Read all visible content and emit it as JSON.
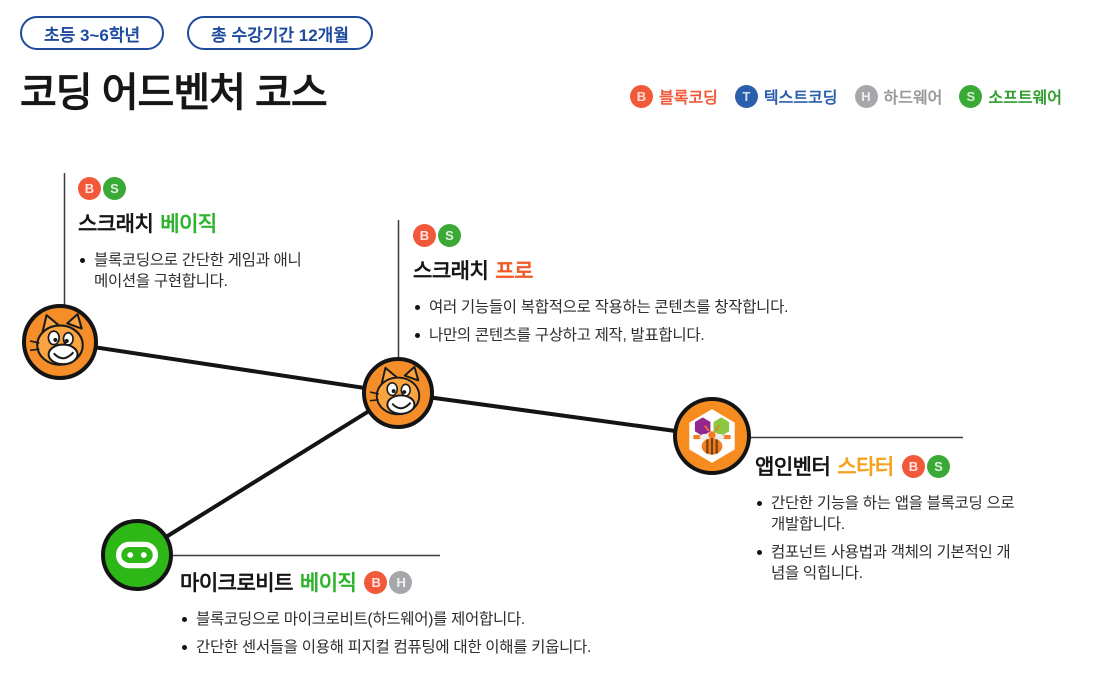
{
  "header": {
    "grade_badge": "초등 3~6학년",
    "duration_badge": "총 수강기간 12개월",
    "title": "코딩 어드벤처 코스",
    "badge_color": "#1e4b9e"
  },
  "legend": {
    "items": [
      {
        "code": "B",
        "label": "블록코딩",
        "color": "#f1593a"
      },
      {
        "code": "T",
        "label": "텍스트코딩",
        "color": "#2b5fac"
      },
      {
        "code": "H",
        "label": "하드웨어",
        "color": "#a5a7aa"
      },
      {
        "code": "S",
        "label": "소프트웨어",
        "color": "#3aa935"
      }
    ]
  },
  "courses": [
    {
      "id": "scratch-basic",
      "icon": "scratch-cat-icon",
      "title_main": "스크래치",
      "title_accent": "베이직",
      "accent_color": "#2eb42c",
      "tags": [
        "B",
        "S"
      ],
      "bullets": [
        "블록코딩으로 간단한 게임과 애니메이션을 구현합니다."
      ]
    },
    {
      "id": "scratch-pro",
      "icon": "scratch-cat-icon",
      "title_main": "스크래치",
      "title_accent": "프로",
      "accent_color": "#f15a24",
      "tags": [
        "B",
        "S"
      ],
      "bullets": [
        "여러 기능들이 복합적으로 작용하는 콘텐츠를 창작합니다.",
        "나만의 콘텐츠를 구상하고 제작, 발표합니다."
      ]
    },
    {
      "id": "appinventor-starter",
      "icon": "app-inventor-icon",
      "title_main": "앱인벤터",
      "title_accent": "스타터",
      "accent_color": "#f5a31e",
      "tags": [
        "B",
        "S"
      ],
      "bullets": [
        "간단한 기능을 하는 앱을 블록코딩 으로 개발합니다.",
        "컴포넌트 사용법과 객체의 기본적인 개념을 익힙니다."
      ]
    },
    {
      "id": "microbit-basic",
      "icon": "microbit-icon",
      "title_main": "마이크로비트",
      "title_accent": "베이직",
      "accent_color": "#2eb42c",
      "tags": [
        "B",
        "H"
      ],
      "bullets": [
        "블록코딩으로 마이크로비트(하드웨어)를 제어합니다.",
        "간단한 센서들을 이용해 피지컬 컴퓨팅에 대한 이해를 키웁니다."
      ]
    }
  ],
  "tag_colors": {
    "B": "#f1593a",
    "T": "#2b5fac",
    "H": "#a5a7aa",
    "S": "#3aa935"
  },
  "node_colors": {
    "scratch": "#f58e28",
    "microbit": "#2eb817",
    "appinventor": "#f68b1f"
  },
  "line_colors": {
    "thick": "#141414",
    "thin": "#3c3c3c"
  }
}
